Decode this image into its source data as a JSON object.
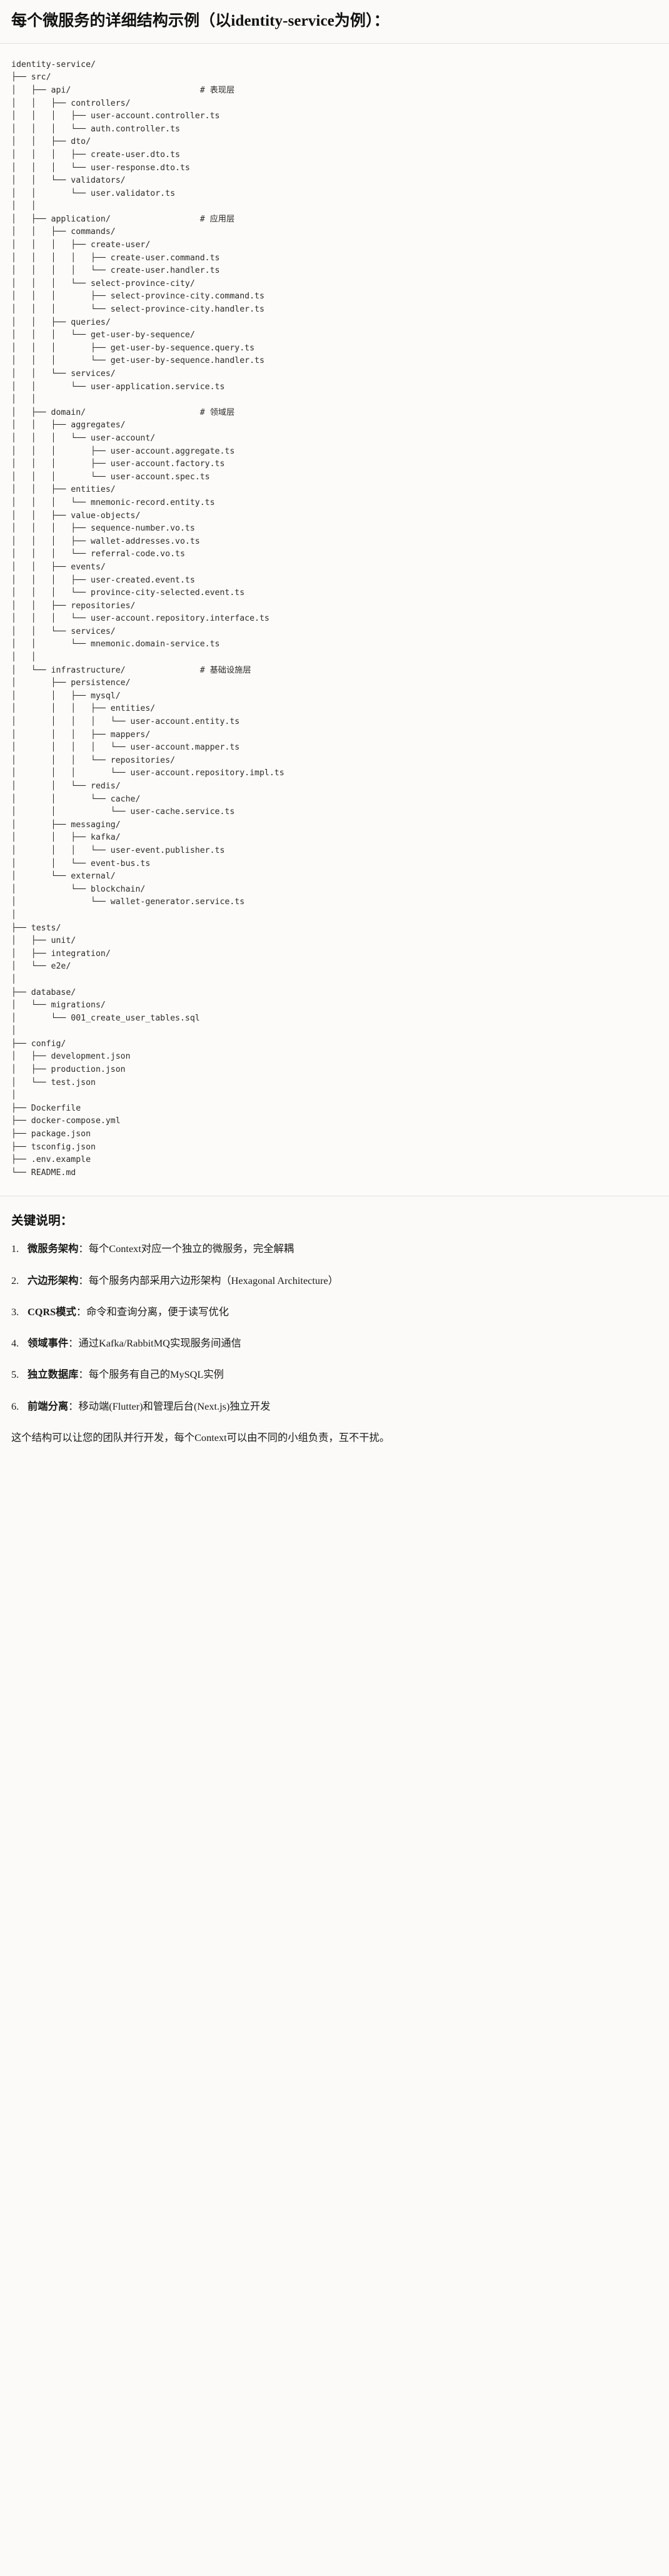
{
  "heading": "每个微服务的详细结构示例（以identity-service为例）：",
  "tree": {
    "root": "identity-service/",
    "text": "identity-service/\n├── src/\n│   ├── api/                          # 表现层\n│   │   ├── controllers/\n│   │   │   ├── user-account.controller.ts\n│   │   │   └── auth.controller.ts\n│   │   ├── dto/\n│   │   │   ├── create-user.dto.ts\n│   │   │   └── user-response.dto.ts\n│   │   └── validators/\n│   │       └── user.validator.ts\n│   │\n│   ├── application/                  # 应用层\n│   │   ├── commands/\n│   │   │   ├── create-user/\n│   │   │   │   ├── create-user.command.ts\n│   │   │   │   └── create-user.handler.ts\n│   │   │   └── select-province-city/\n│   │   │       ├── select-province-city.command.ts\n│   │   │       └── select-province-city.handler.ts\n│   │   ├── queries/\n│   │   │   └── get-user-by-sequence/\n│   │   │       ├── get-user-by-sequence.query.ts\n│   │   │       └── get-user-by-sequence.handler.ts\n│   │   └── services/\n│   │       └── user-application.service.ts\n│   │\n│   ├── domain/                       # 领域层\n│   │   ├── aggregates/\n│   │   │   └── user-account/\n│   │   │       ├── user-account.aggregate.ts\n│   │   │       ├── user-account.factory.ts\n│   │   │       └── user-account.spec.ts\n│   │   ├── entities/\n│   │   │   └── mnemonic-record.entity.ts\n│   │   ├── value-objects/\n│   │   │   ├── sequence-number.vo.ts\n│   │   │   ├── wallet-addresses.vo.ts\n│   │   │   └── referral-code.vo.ts\n│   │   ├── events/\n│   │   │   ├── user-created.event.ts\n│   │   │   └── province-city-selected.event.ts\n│   │   ├── repositories/\n│   │   │   └── user-account.repository.interface.ts\n│   │   └── services/\n│   │       └── mnemonic.domain-service.ts\n│   │\n│   └── infrastructure/               # 基础设施层\n│       ├── persistence/\n│       │   ├── mysql/\n│       │   │   ├── entities/\n│       │   │   │   └── user-account.entity.ts\n│       │   │   ├── mappers/\n│       │   │   │   └── user-account.mapper.ts\n│       │   │   └── repositories/\n│       │   │       └── user-account.repository.impl.ts\n│       │   └── redis/\n│       │       └── cache/\n│       │           └── user-cache.service.ts\n│       ├── messaging/\n│       │   ├── kafka/\n│       │   │   └── user-event.publisher.ts\n│       │   └── event-bus.ts\n│       └── external/\n│           └── blockchain/\n│               └── wallet-generator.service.ts\n│\n├── tests/\n│   ├── unit/\n│   ├── integration/\n│   └── e2e/\n│\n├── database/\n│   └── migrations/\n│       └── 001_create_user_tables.sql\n│\n├── config/\n│   ├── development.json\n│   ├── production.json\n│   └── test.json\n│\n├── Dockerfile\n├── docker-compose.yml\n├── package.json\n├── tsconfig.json\n├── .env.example\n└── README.md",
    "layer_comments": [
      "# 表现层",
      "# 应用层",
      "# 领域层",
      "# 基础设施层"
    ]
  },
  "keys": {
    "title": "关键说明：",
    "items": [
      {
        "term": "微服务架构",
        "sep": "：",
        "desc": "每个Context对应一个独立的微服务，完全解耦"
      },
      {
        "term": "六边形架构",
        "sep": "：",
        "desc": "每个服务内部采用六边形架构（Hexagonal Architecture）"
      },
      {
        "term": "CQRS模式",
        "sep": "：",
        "desc": "命令和查询分离，便于读写优化"
      },
      {
        "term": "领域事件",
        "sep": "：",
        "desc": "通过Kafka/RabbitMQ实现服务间通信"
      },
      {
        "term": "独立数据库",
        "sep": "：",
        "desc": "每个服务有自己的MySQL实例"
      },
      {
        "term": "前端分离",
        "sep": "：",
        "desc": "移动端(Flutter)和管理后台(Next.js)独立开发"
      }
    ],
    "closing": "这个结构可以让您的团队并行开发，每个Context可以由不同的小组负责，互不干扰。"
  },
  "colors": {
    "page_background": "#fbfaf8",
    "code_background": "#fcfbf9",
    "rule": "#e3e0da",
    "text": "#1a1a1a",
    "code_text": "#2b2b2b"
  }
}
